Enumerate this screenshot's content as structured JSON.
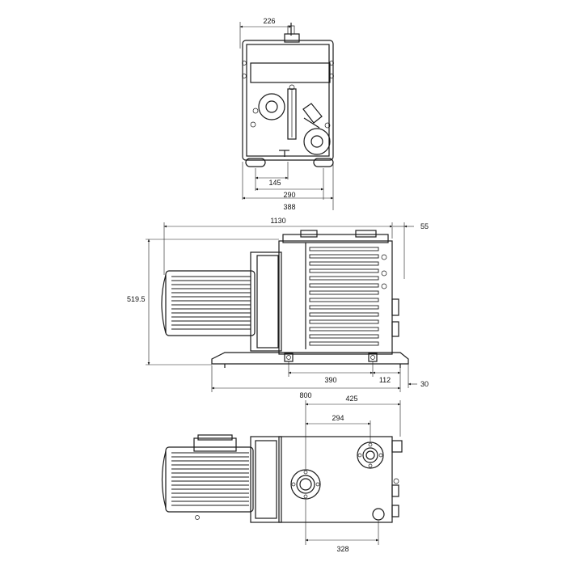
{
  "dimensions": {
    "top_view": {
      "d226": "226",
      "d145": "145",
      "d290": "290",
      "d388": "388"
    },
    "side_view": {
      "d1130": "1130",
      "d55": "55",
      "d519_5": "519.5",
      "d390": "390",
      "d112": "112",
      "d30": "30",
      "d800": "800"
    },
    "plan_view": {
      "d425": "425",
      "d294": "294",
      "d328": "328"
    }
  },
  "colors": {
    "line": "#1a1a1a",
    "background": "#ffffff"
  }
}
